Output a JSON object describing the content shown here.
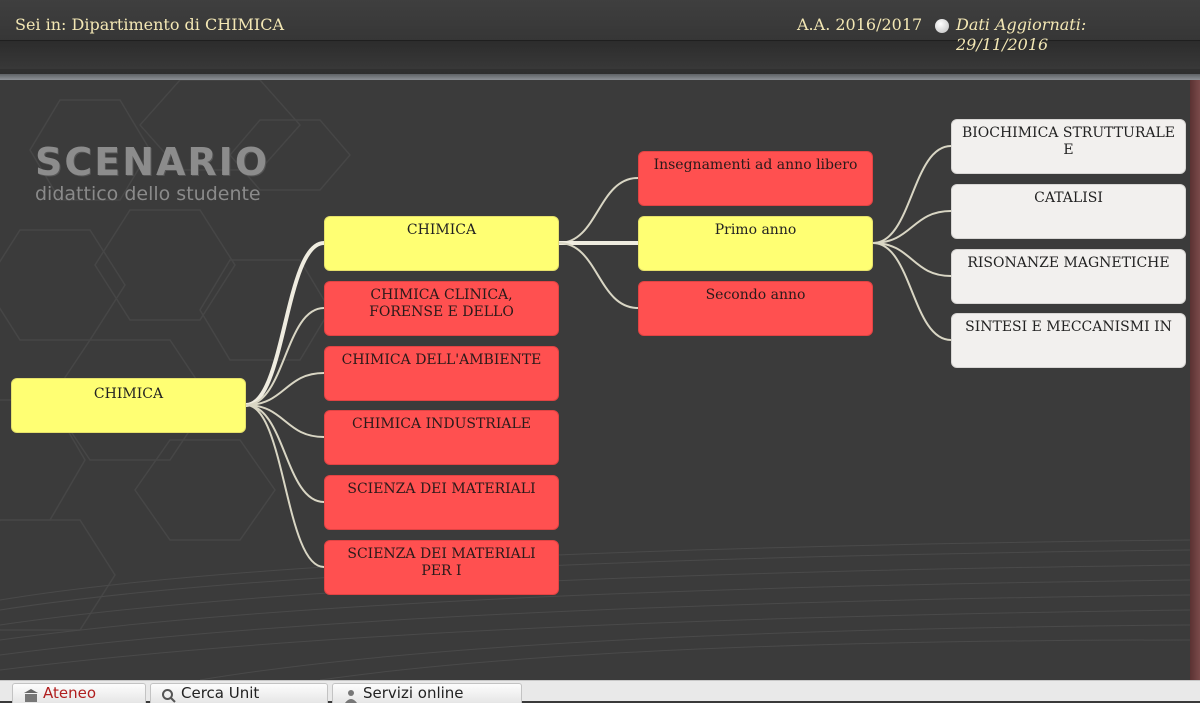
{
  "header": {
    "breadcrumb": "Sei in: Dipartimento di CHIMICA",
    "academic_year": "A.A. 2016/2017",
    "updated_label": "Dati Aggiornati:",
    "updated_date": "29/11/2016"
  },
  "logo": {
    "title": "SCENARIO",
    "subtitle": "didattico dello studente"
  },
  "tree": {
    "root": "CHIMICA",
    "level2": [
      "CHIMICA",
      "CHIMICA CLINICA, FORENSE E DELLO",
      "CHIMICA DELL'AMBIENTE",
      "CHIMICA INDUSTRIALE",
      "SCIENZA DEI MATERIALI",
      "SCIENZA DEI MATERIALI PER I"
    ],
    "level3": [
      "Insegnamenti ad anno libero",
      "Primo anno",
      "Secondo anno"
    ],
    "level4": [
      "BIOCHIMICA STRUTTURALE E",
      "CATALISI",
      "RISONANZE MAGNETICHE",
      "SINTESI E MECCANISMI IN"
    ]
  },
  "colors": {
    "selected": "#ffff73",
    "branch": "#ff5050",
    "leaf": "#f2f0ee",
    "header_text": "#f3e7b4"
  },
  "tabs": [
    {
      "label": "Ateneo",
      "icon": "university-icon"
    },
    {
      "label": "Cerca Unit",
      "icon": "search-icon"
    },
    {
      "label": "Servizi online",
      "icon": "person-icon"
    }
  ]
}
